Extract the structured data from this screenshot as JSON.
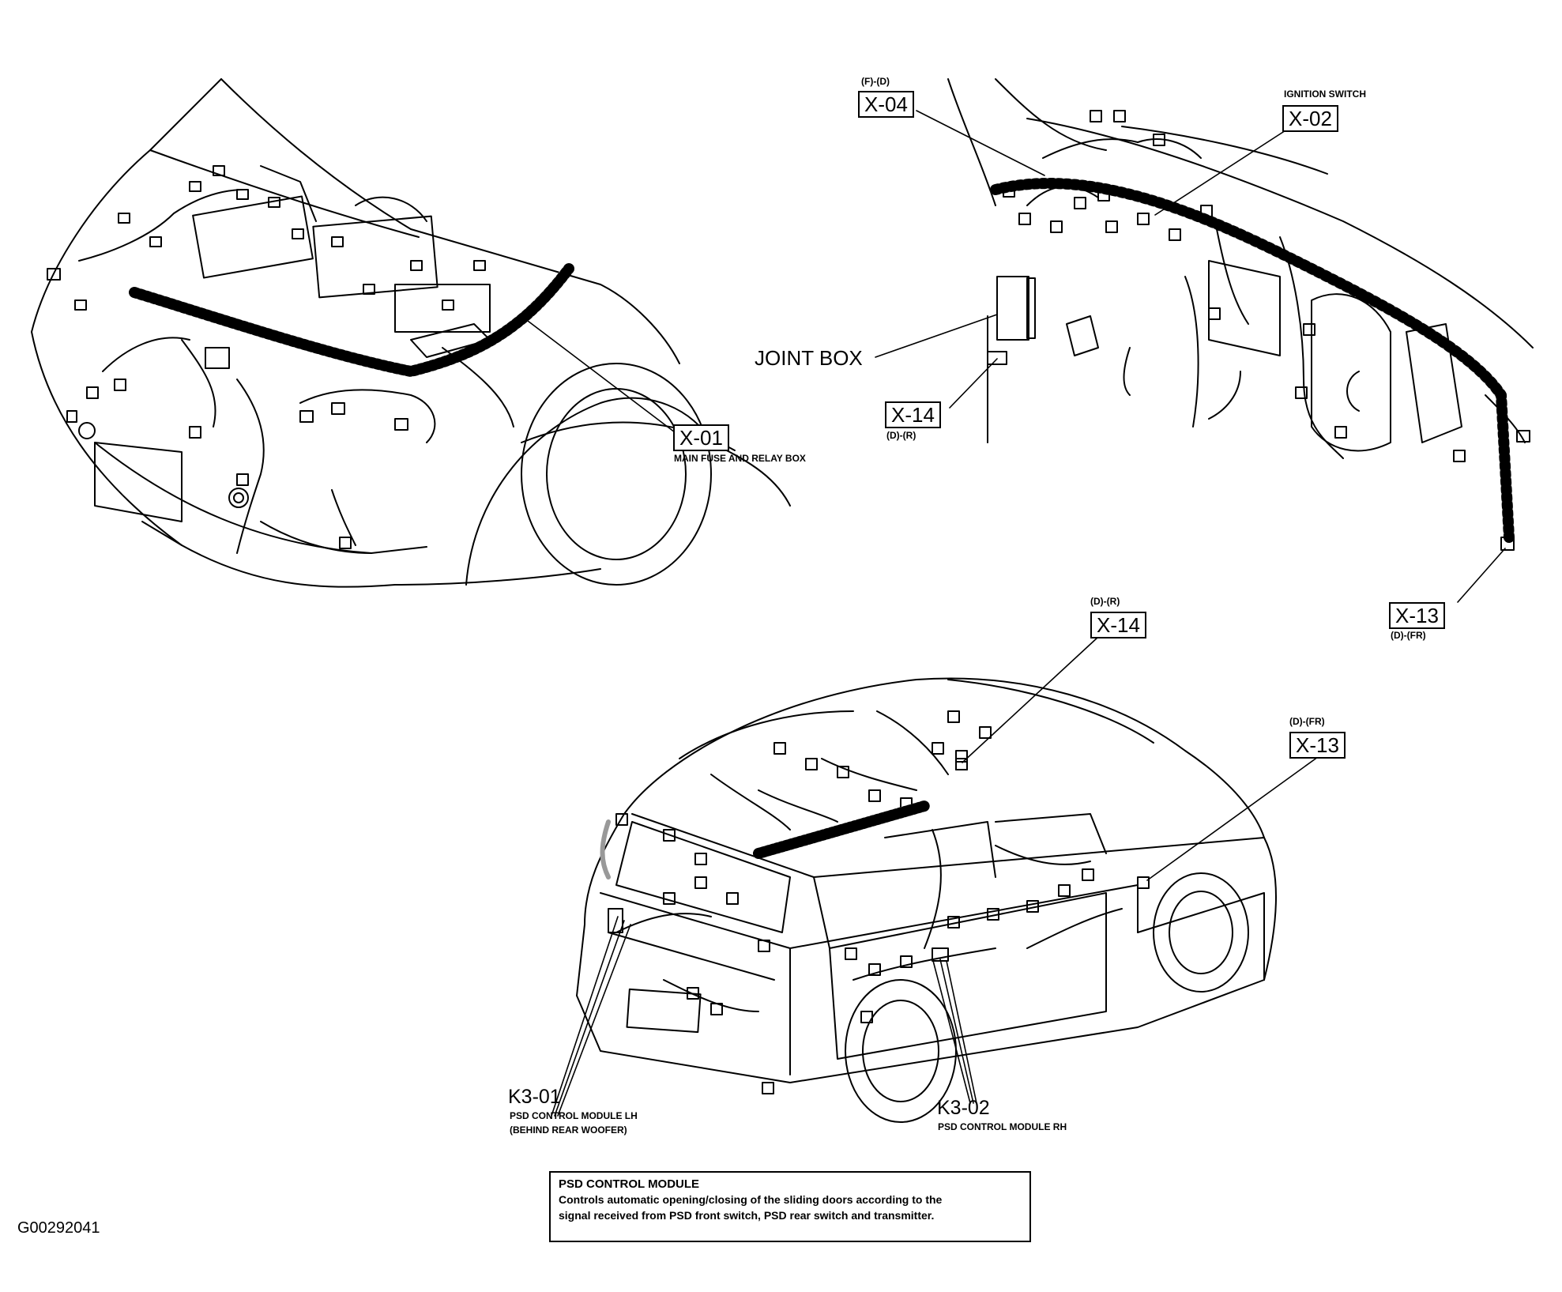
{
  "figure_id": "G00292041",
  "connectors": {
    "x01": {
      "code": "X-01",
      "desc": "MAIN FUSE AND RELAY BOX"
    },
    "x02": {
      "code": "X-02",
      "desc": "IGNITION SWITCH"
    },
    "x04": {
      "code": "X-04",
      "note": "(F)-(D)"
    },
    "x14_upper": {
      "code": "X-14",
      "note": "(D)-(R)"
    },
    "x13_upper": {
      "code": "X-13",
      "note": "(D)-(FR)"
    },
    "x14_lower": {
      "code": "X-14",
      "note": "(D)-(R)"
    },
    "x13_lower": {
      "code": "X-13",
      "note": "(D)-(FR)"
    }
  },
  "joint_box": "JOINT BOX",
  "modules": {
    "k301": {
      "code": "K3-01",
      "line1": "PSD CONTROL MODULE LH",
      "line2": "(BEHIND REAR WOOFER)"
    },
    "k302": {
      "code": "K3-02",
      "line1": "PSD CONTROL MODULE RH"
    }
  },
  "note": {
    "title": "PSD CONTROL MODULE",
    "line1": "Controls automatic opening/closing of the sliding doors according to the",
    "line2": "signal received from PSD front switch, PSD rear switch and transmitter."
  }
}
